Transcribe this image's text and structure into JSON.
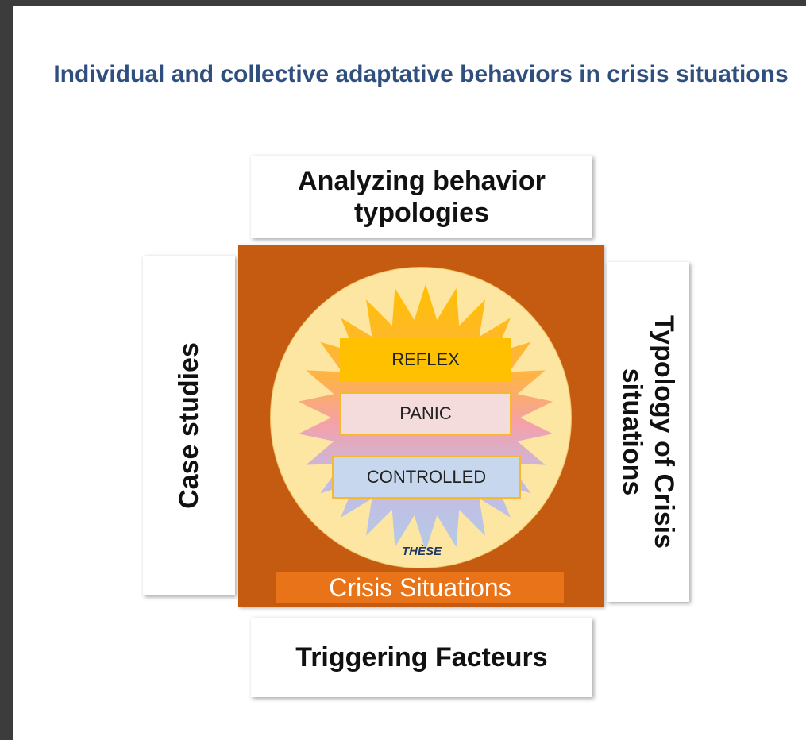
{
  "title": "Individual and collective adaptative behaviors in crisis situations",
  "boxes": {
    "top": "Analyzing behavior typologies",
    "bottom": "Triggering Facteurs",
    "left": "Case studies",
    "right_line1": "Typology of Crisis",
    "right_line2": "situations"
  },
  "core": {
    "levels": {
      "reflex": "REFLEX",
      "panic": "PANIC",
      "controlled": "CONTROLLED"
    },
    "these": "THÈSE",
    "label": "Crisis Situations"
  },
  "colors": {
    "title": "#2f4f7f",
    "core_background": "#c55a11",
    "circle": "#fde6a2",
    "reflex": "#ffc000",
    "panic": "#f4dcdc",
    "controlled": "#c6d7ee",
    "label_background": "#e97318"
  }
}
